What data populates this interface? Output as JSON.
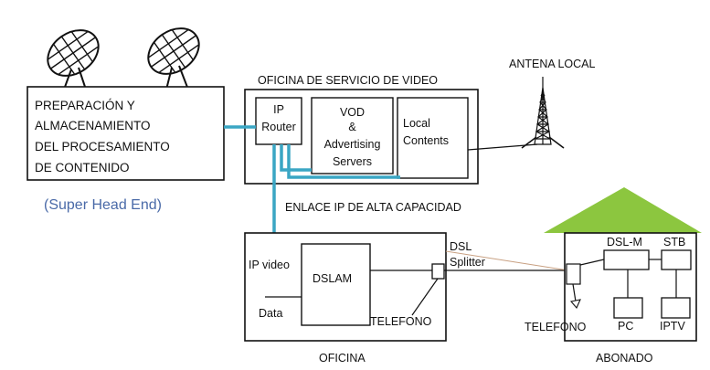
{
  "colors": {
    "link": "#3aa6c4",
    "roof": "#8cc63f",
    "line": "#111111",
    "thin": "#c8a082",
    "caption": "#4a6aa8"
  },
  "icons": [
    "satellite-dish-icon",
    "antenna-tower-icon",
    "house-roof-icon",
    "phone-arrow-icon"
  ],
  "head_end": {
    "lines": [
      "PREPARACIÓN Y",
      "ALMACENAMIENTO",
      "DEL PROCESAMIENTO",
      "DE CONTENIDO"
    ],
    "caption": "(Super Head End)"
  },
  "video_office": {
    "title": "OFICINA DE SERVICIO DE VIDEO",
    "router": [
      "IP",
      "Router"
    ],
    "vod": [
      "VOD",
      "&",
      "Advertising",
      "Servers"
    ],
    "local": [
      "Local",
      "Contents"
    ]
  },
  "antenna_label": "ANTENA LOCAL",
  "link_label": "ENLACE IP DE ALTA CAPACIDAD",
  "office": {
    "title": "OFICINA",
    "ip_video": "IP video",
    "dslam": "DSLAM",
    "data": "Data",
    "telefono": "TELEFONO"
  },
  "splitter": [
    "DSL",
    "Splitter"
  ],
  "subscriber": {
    "title": "ABONADO",
    "dslm": "DSL-M",
    "stb": "STB",
    "pc": "PC",
    "iptv": "IPTV",
    "telefono": "TELEFONO"
  }
}
